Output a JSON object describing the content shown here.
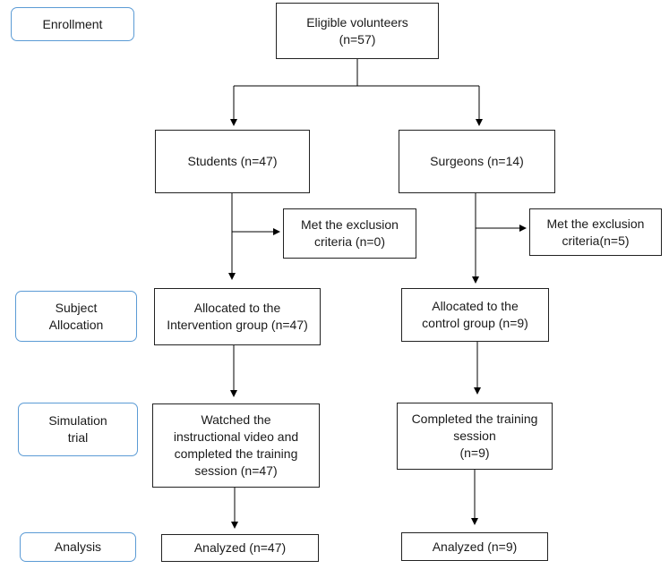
{
  "stages": {
    "enrollment": [
      "Enrollment"
    ],
    "allocation": [
      "Subject",
      "Allocation"
    ],
    "simulation": [
      "Simulation",
      "trial"
    ],
    "analysis": [
      "Analysis"
    ]
  },
  "boxes": {
    "eligible": [
      "Eligible volunteers",
      "(n=57)"
    ],
    "students": [
      "Students (n=47)"
    ],
    "surgeons": [
      "Surgeons (n=14)"
    ],
    "excl_students": [
      "Met the exclusion",
      "criteria (n=0)"
    ],
    "excl_surgeons": [
      "Met the exclusion",
      "criteria(n=5)"
    ],
    "alloc_intervention": [
      "Allocated to the",
      "Intervention group (n=47)"
    ],
    "alloc_control": [
      "Allocated to the",
      "control group (n=9)"
    ],
    "sim_intervention": [
      "Watched the",
      "instructional video and",
      "completed the training",
      "session (n=47)"
    ],
    "sim_control": [
      "Completed the training",
      "session",
      "(n=9)"
    ],
    "analyzed_intervention": [
      "Analyzed (n=47)"
    ],
    "analyzed_control": [
      "Analyzed (n=9)"
    ]
  }
}
